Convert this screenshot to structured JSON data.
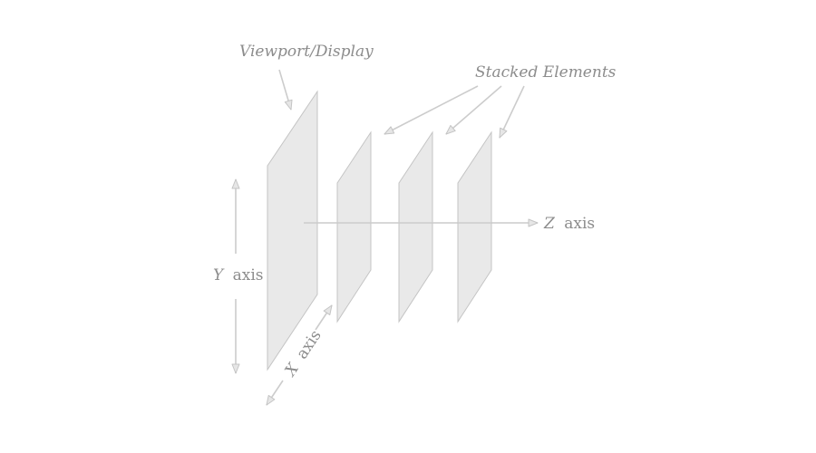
{
  "labels": {
    "viewport": "Viewport/Display",
    "stacked": "Stacked Elements",
    "z_var": "Z",
    "y_var": "Y",
    "x_var": "X",
    "axis_word": "axis"
  },
  "colors": {
    "plane_fill": "#e9e9e9",
    "plane_stroke": "#c4c4c4",
    "arrow": "#cccccc",
    "text": "#8c8c8c",
    "background": "#ffffff"
  }
}
